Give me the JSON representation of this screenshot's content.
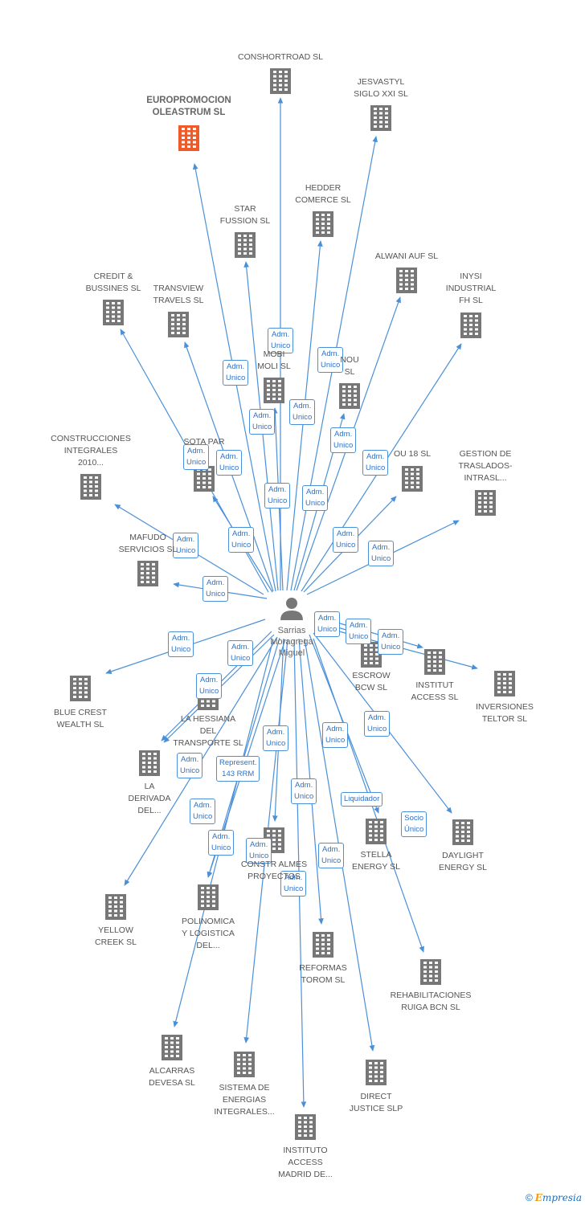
{
  "center": {
    "name": "Sarrias\nMoragrega\nMiguel",
    "icon": "person-icon"
  },
  "companies": [
    {
      "id": "consh",
      "name": "CONSHORTROAD SL",
      "icon": "building-icon"
    },
    {
      "id": "jesva",
      "name": "JESVASTYL\nSIGLO XXI SL",
      "icon": "building-icon"
    },
    {
      "id": "europ",
      "name": "EUROPROMOCION\nOLEASTRUM SL",
      "icon": "building-icon",
      "highlight": true
    },
    {
      "id": "hedder",
      "name": "HEDDER\nCOMERCE SL",
      "icon": "building-icon"
    },
    {
      "id": "star",
      "name": "STAR\nFUSSION SL",
      "icon": "building-icon"
    },
    {
      "id": "alwani",
      "name": "ALWANI AUF SL",
      "icon": "building-icon"
    },
    {
      "id": "inysi",
      "name": "INYSI\nINDUSTRIAL\nFH SL",
      "icon": "building-icon"
    },
    {
      "id": "credit",
      "name": "CREDIT &\nBUSSINES SL",
      "icon": "building-icon"
    },
    {
      "id": "transv",
      "name": "TRANSVIEW\nTRAVELS SL",
      "icon": "building-icon"
    },
    {
      "id": "mobi",
      "name": "MOBI\nMOLI SL",
      "icon": "building-icon"
    },
    {
      "id": "nou",
      "name": "NOU\nSL",
      "icon": "building-icon"
    },
    {
      "id": "constr",
      "name": "CONSTRUCCIONES\nINTEGRALES\n2010...",
      "icon": "building-icon"
    },
    {
      "id": "sota",
      "name": "SOTA PAR",
      "icon": "building-icon"
    },
    {
      "id": "ou18",
      "name": "OU 18 SL",
      "icon": "building-icon"
    },
    {
      "id": "gestion",
      "name": "GESTION DE\nTRASLADOS-\nINTRASL...",
      "icon": "building-icon"
    },
    {
      "id": "mafudo",
      "name": "MAFUDO\nSERVICIOS SL",
      "icon": "building-icon"
    },
    {
      "id": "blue",
      "name": "BLUE CREST\nWEALTH SL",
      "icon": "building-icon"
    },
    {
      "id": "escrow",
      "name": "ESCROW\nBCW SL",
      "icon": "building-icon"
    },
    {
      "id": "institut",
      "name": "INSTITUT\nACCESS SL",
      "icon": "building-icon"
    },
    {
      "id": "teltor",
      "name": "INVERSIONES\nTELTOR SL",
      "icon": "building-icon"
    },
    {
      "id": "hessiana",
      "name": "LA HESSIANA\nDEL\nTRANSPORTE SL",
      "icon": "building-icon"
    },
    {
      "id": "derivada",
      "name": "LA\nDERIVADA\nDEL...",
      "icon": "building-icon"
    },
    {
      "id": "stella",
      "name": "STELLA\nENERGY SL",
      "icon": "building-icon"
    },
    {
      "id": "daylight",
      "name": "DAYLIGHT\nENERGY SL",
      "icon": "building-icon"
    },
    {
      "id": "almes",
      "name": "CONSTR ALMES\nPROYECTOS",
      "icon": "building-icon"
    },
    {
      "id": "yellow",
      "name": "YELLOW\nCREEK SL",
      "icon": "building-icon"
    },
    {
      "id": "polinom",
      "name": "POLINOMICA\nY LOGISTICA\nDEL...",
      "icon": "building-icon"
    },
    {
      "id": "reformas",
      "name": "REFORMAS\nTOROM SL",
      "icon": "building-icon"
    },
    {
      "id": "rehab",
      "name": "REHABILITACIONES\nRUIGA BCN SL",
      "icon": "building-icon"
    },
    {
      "id": "alcarras",
      "name": "ALCARRAS\nDEVESA SL",
      "icon": "building-icon"
    },
    {
      "id": "sistema",
      "name": "SISTEMA DE\nENERGIAS\nINTEGRALES...",
      "icon": "building-icon"
    },
    {
      "id": "direct",
      "name": "DIRECT\nJUSTICE SLP",
      "icon": "building-icon"
    },
    {
      "id": "instituto",
      "name": "INSTITUTO\nACCESS\nMADRID DE...",
      "icon": "building-icon"
    }
  ],
  "edge_labels": [
    "Adm.\nUnico",
    "Adm.\nUnico",
    "Adm.\nUnico",
    "Adm.\nUnico",
    "Adm.\nUnico",
    "Adm.\nUnico",
    "Adm.\nUnico",
    "Adm.\nUnico",
    "Adm.\nUnico",
    "Adm.\nUnico",
    "Adm.\nUnico",
    "Adm.\nUnico",
    "Adm.\nUnico",
    "Adm.\nUnico",
    "Adm.\nUnico",
    "Adm.\nUnico",
    "Adm.\nUnico",
    "Adm.\nUnico",
    "Adm.\nUnico",
    "Adm.\nUnico",
    "Adm.\nUnico",
    "Adm.\nUnico",
    "Adm.\nUnico",
    "Adm.\nUnico",
    "Represent.\n143 RRM",
    "Adm.\nUnico",
    "Adm.\nUnico",
    "Adm.\nUnico",
    "Adm.\nUnico",
    "Liquidador",
    "Socio\nÚnico",
    "Adm.\nUnico",
    "Adm.\nUnico",
    "Adm.\nUnico",
    "Adm.\nUnico"
  ],
  "footer": {
    "copyright": "©",
    "brand_initial": "E",
    "brand_rest": "mpresia"
  },
  "colors": {
    "edge": "#4a90d9",
    "building": "#777777",
    "highlight": "#f05a28",
    "label": "#555555"
  }
}
